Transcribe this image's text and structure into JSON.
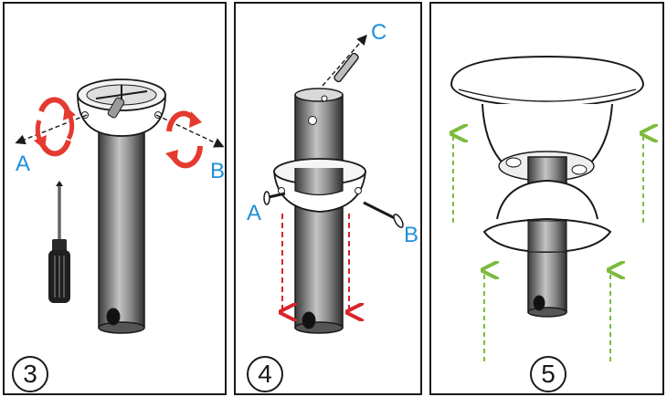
{
  "panels": [
    {
      "step": "3",
      "labels": {
        "a": "A",
        "b": "B"
      }
    },
    {
      "step": "4",
      "labels": {
        "a": "A",
        "b": "B",
        "c": "C"
      }
    },
    {
      "step": "5"
    }
  ],
  "colors": {
    "label": "#1e90d6",
    "rotate_arrow": "#e53a2f",
    "down_arrow": "#d8242a",
    "up_arrow": "#7dbb3e",
    "outline": "#1a1a1a",
    "pipe_dark": "#4a4a4a",
    "pipe_light": "#bdbdbd"
  }
}
